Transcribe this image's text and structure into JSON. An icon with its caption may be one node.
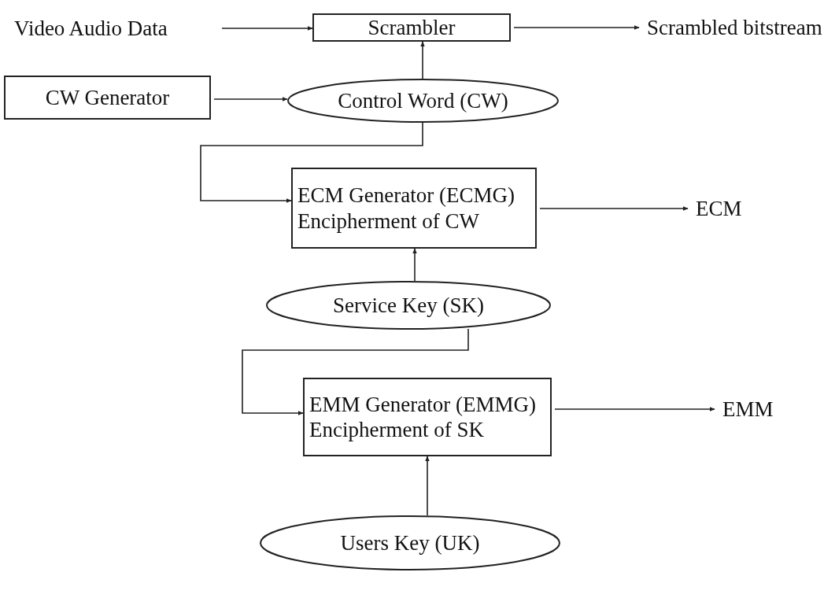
{
  "diagram": {
    "nodes": [
      {
        "text": [
          "Video Audio Data"
        ]
      },
      {
        "text": [
          "Scrambler"
        ]
      },
      {
        "text": [
          "Scrambled bitstream"
        ]
      },
      {
        "text": [
          "CW Generator"
        ]
      },
      {
        "text": [
          "Control Word (CW)"
        ]
      },
      {
        "text": [
          "ECM Generator (ECMG)",
          "Encipherment of CW"
        ]
      },
      {
        "text": [
          "ECM"
        ]
      },
      {
        "text": [
          "Service Key (SK)"
        ]
      },
      {
        "text": [
          "EMM Generator (EMMG)",
          "Encipherment of SK"
        ]
      },
      {
        "text": [
          "EMM"
        ]
      },
      {
        "text": [
          "Users Key (UK)"
        ]
      }
    ],
    "edges": [
      {
        "from": 0,
        "to": 1,
        "arrow": "to"
      },
      {
        "from": 1,
        "to": 2,
        "arrow": "to"
      },
      {
        "from": 3,
        "to": 4,
        "arrow": "to"
      },
      {
        "from": 4,
        "to": 1,
        "arrow": "to"
      },
      {
        "from": 4,
        "to": 5,
        "arrow": "to"
      },
      {
        "from": 5,
        "to": 6,
        "arrow": "to"
      },
      {
        "from": 7,
        "to": 5,
        "arrow": "to"
      },
      {
        "from": 7,
        "to": 8,
        "arrow": "to"
      },
      {
        "from": 8,
        "to": 9,
        "arrow": "to"
      },
      {
        "from": 10,
        "to": 8,
        "arrow": "to"
      }
    ]
  }
}
